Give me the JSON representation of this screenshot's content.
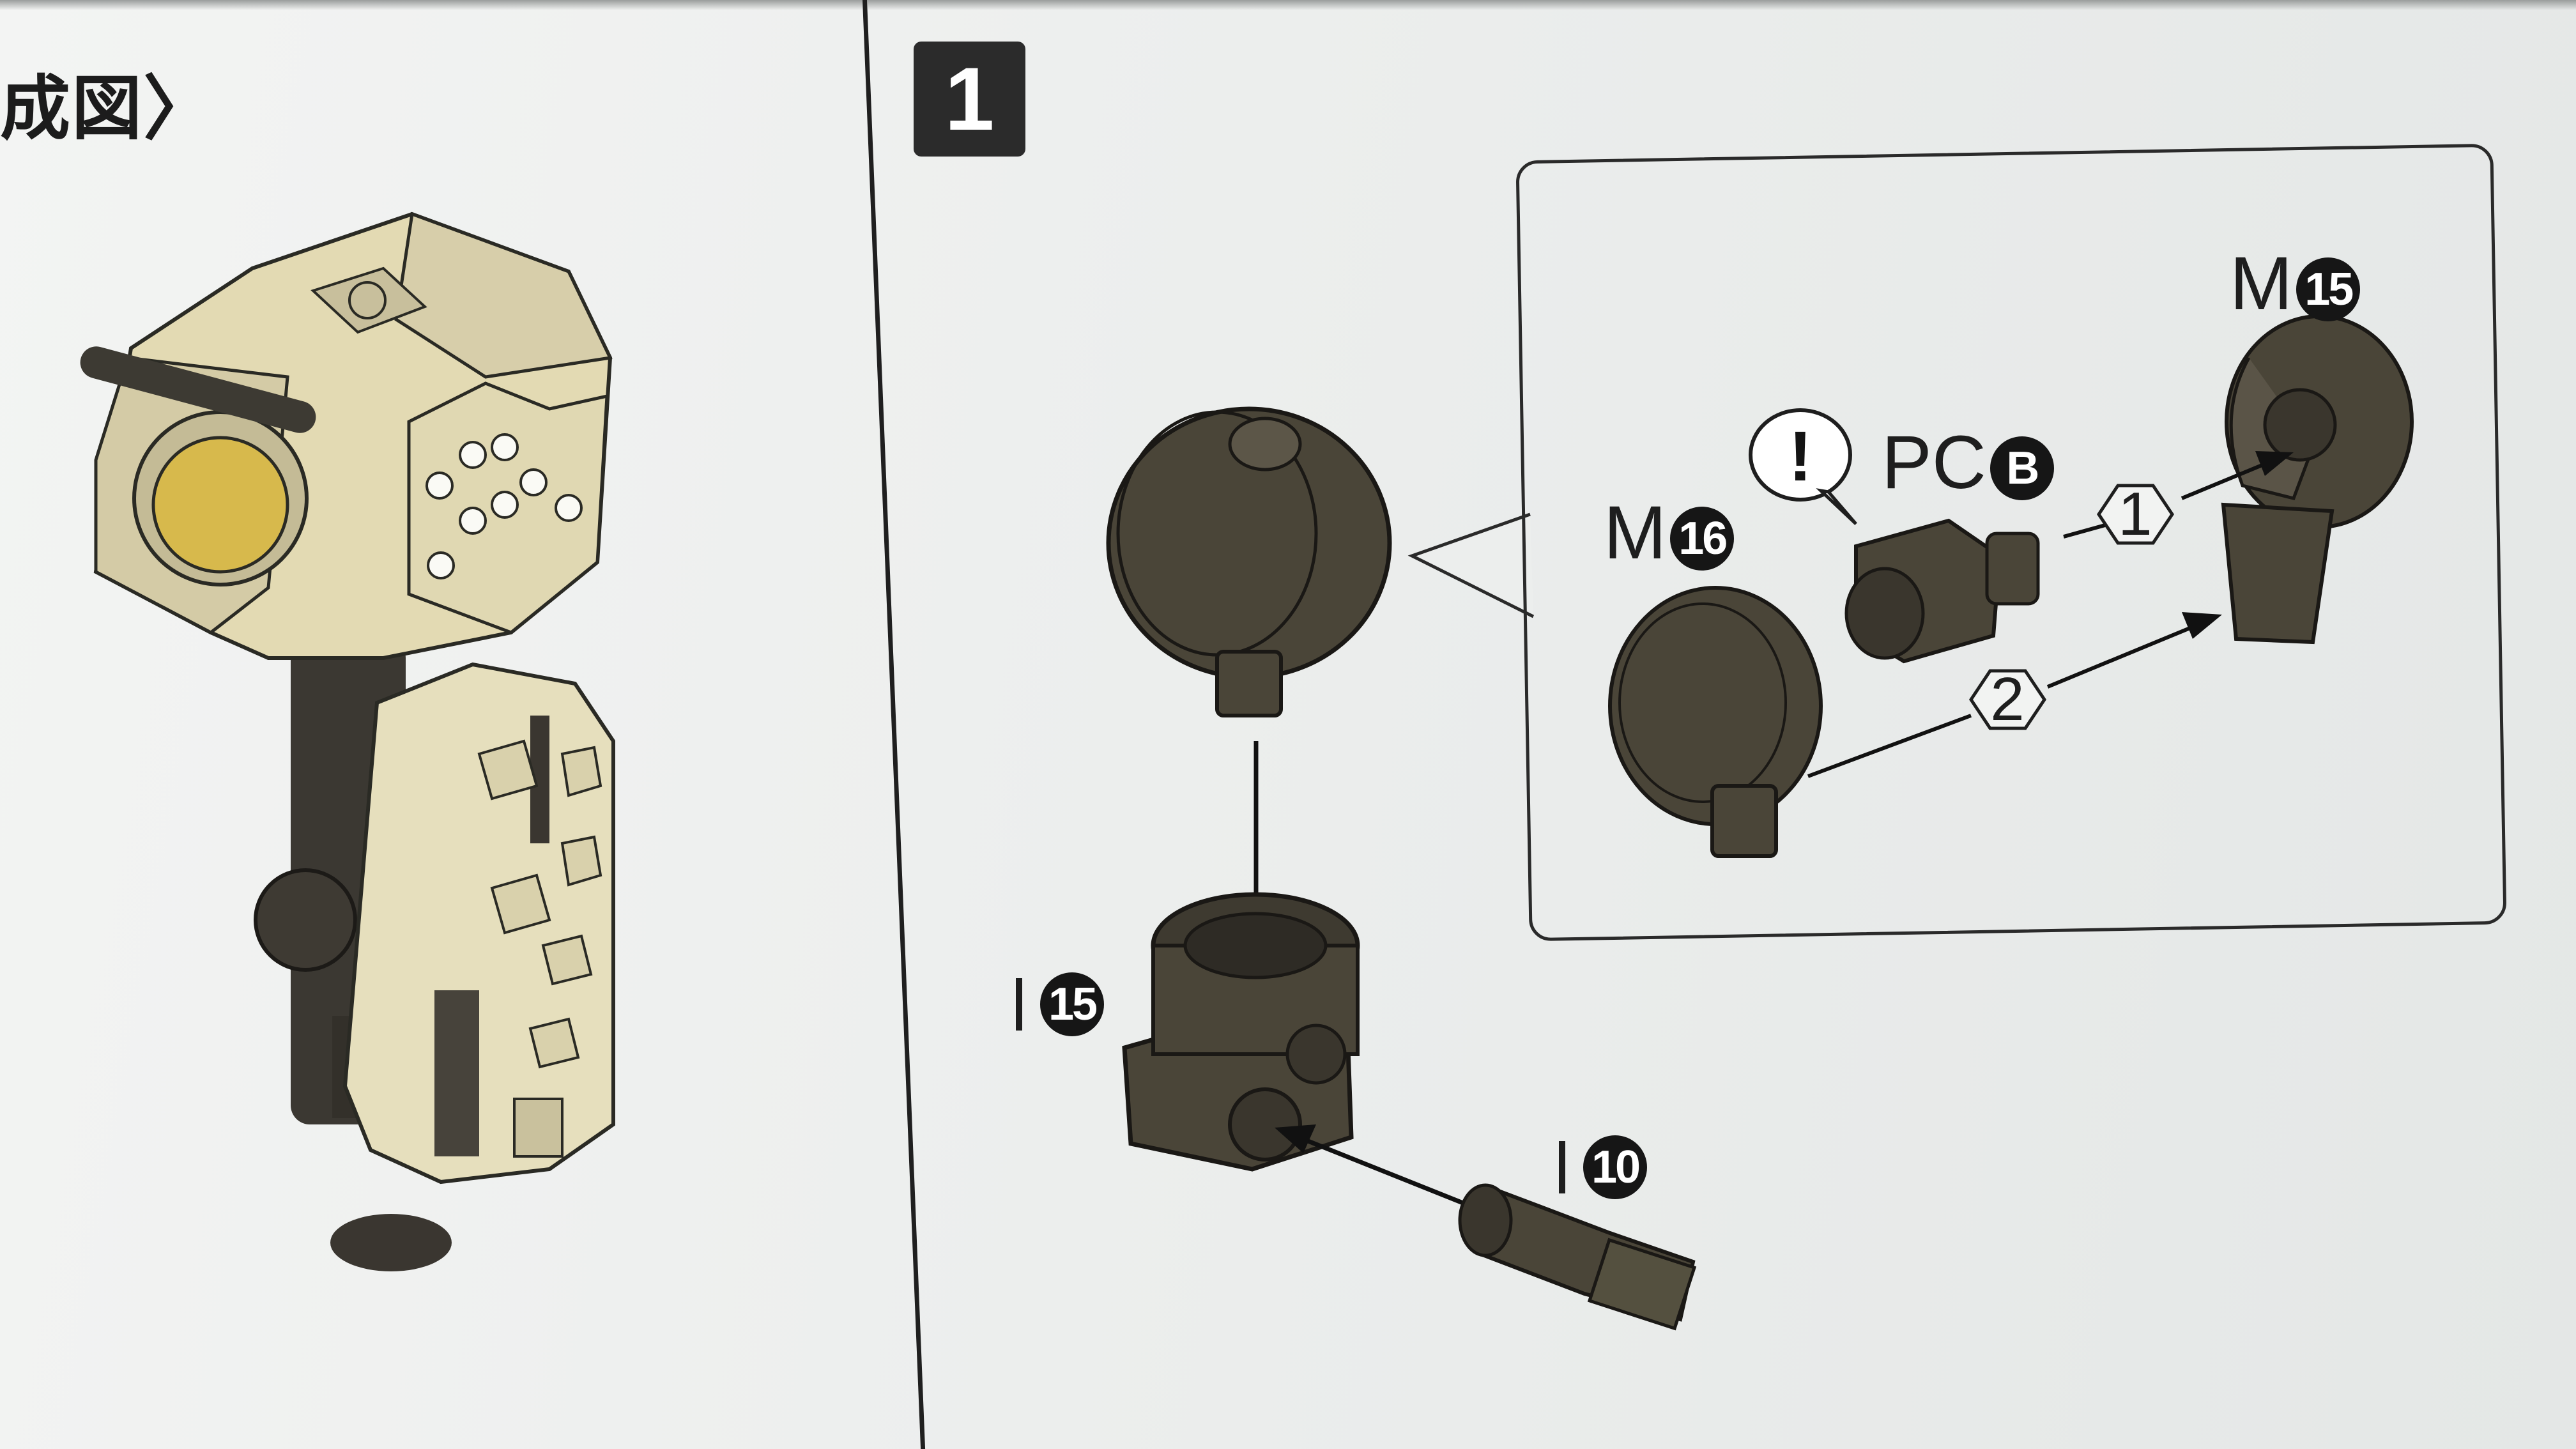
{
  "header": {
    "left_title": "成図〉",
    "step_number": "1"
  },
  "labels": {
    "m15_letter": "M",
    "m15_num": "15",
    "m16_letter": "M",
    "m16_num": "16",
    "pc_letter": "PC",
    "pc_num": "B",
    "i15_num": "15",
    "i10_num": "10",
    "warning_symbol": "!",
    "order_1": "1",
    "order_2": "2"
  },
  "icons": [
    "warning-icon",
    "arrow-down-icon",
    "arrow-icon",
    "callout-pointer-icon"
  ],
  "colors": {
    "part_dark": "#4a4538",
    "part_shadow": "#34302a",
    "assembled_body": "#e4dcb8",
    "lens_yellow": "#d9b94a",
    "ink": "#1e1e1e"
  }
}
